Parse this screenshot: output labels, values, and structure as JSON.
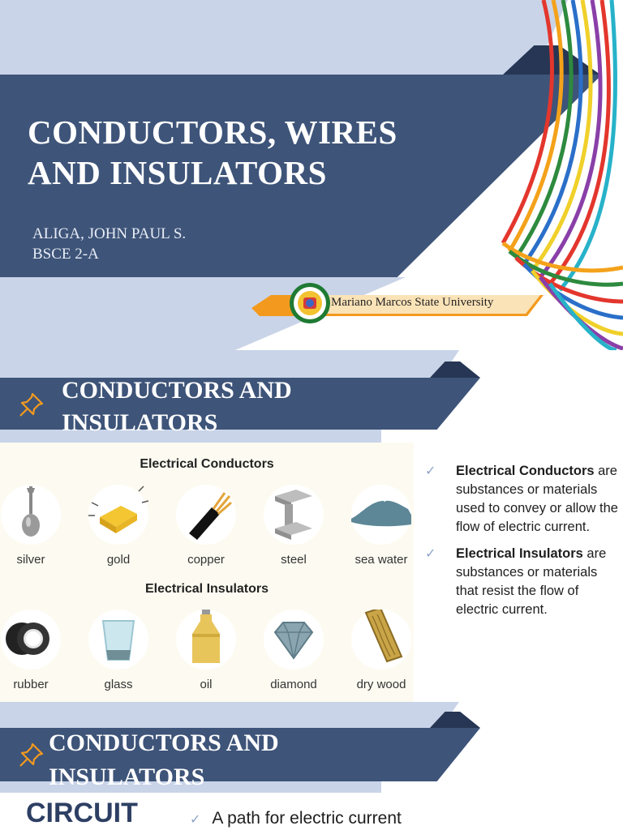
{
  "slide1": {
    "title_line1": "CONDUCTORS, WIRES",
    "title_line2": "AND INSULATORS",
    "author_name": "ALIGA, JOHN PAUL S.",
    "author_section": "BSCE 2-A",
    "university": "Mariano Marcos State University",
    "colors": {
      "navy": "#3e5479",
      "light_band": "#c9d4e8",
      "dark": "#263654",
      "accent_orange": "#f39a1e"
    }
  },
  "slide2": {
    "title_line1": "CONDUCTORS AND",
    "title_line2": "INSULATORS",
    "pin_icon": "pushpin-icon",
    "conductors_heading": "Electrical Conductors",
    "conductors": [
      "silver",
      "gold",
      "copper",
      "steel",
      "sea water"
    ],
    "insulators_heading": "Electrical Insulators",
    "insulators": [
      "rubber",
      "glass",
      "oil",
      "diamond",
      "dry wood"
    ],
    "bullets": [
      {
        "term": "Electrical Conductors",
        "text": " are substances or materials used to convey or allow the flow of electric current."
      },
      {
        "term": "Electrical Insulators",
        "text": " are substances or materials that resist the flow of electric current."
      }
    ]
  },
  "slide3": {
    "title_line1": "CONDUCTORS AND",
    "title_line2": "INSULATORS",
    "pin_icon": "pushpin-icon",
    "heading": "CIRCUIT",
    "definition": "A path for electric current"
  }
}
